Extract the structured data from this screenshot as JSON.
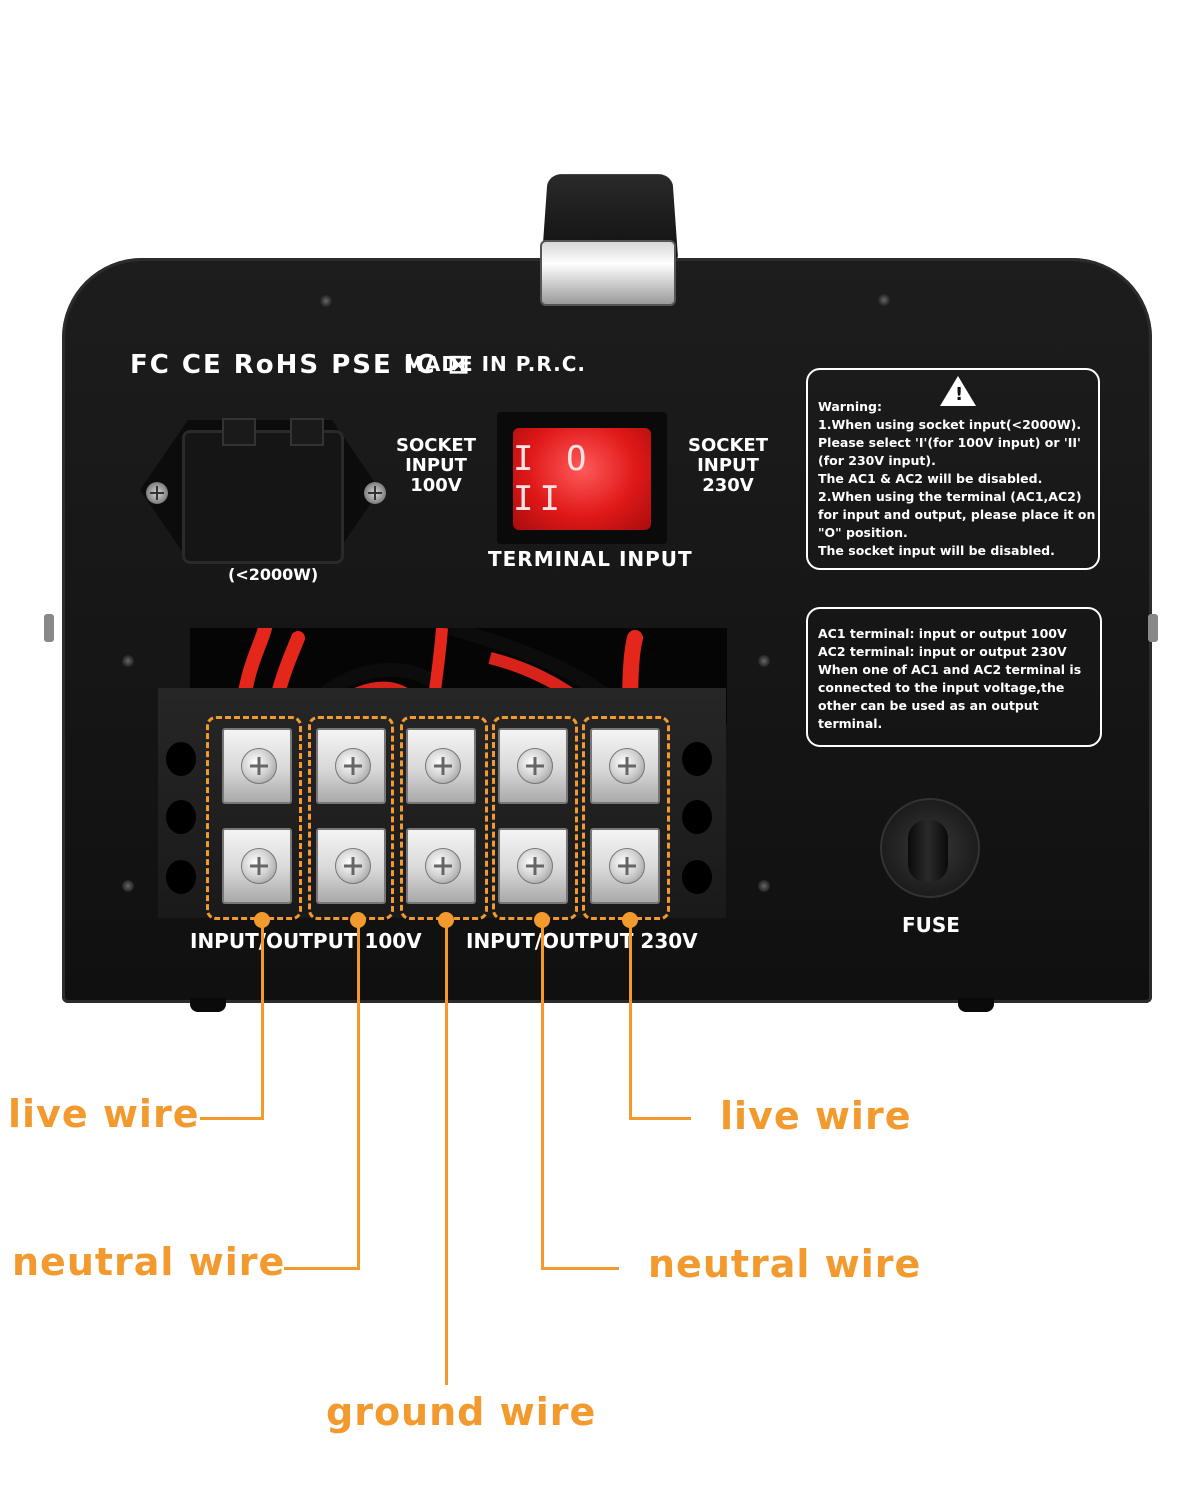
{
  "product_panel": {
    "certification_marks": "FC CE RoHS PSE IC ⊠",
    "origin_label": "MADE IN P.R.C.",
    "socket_left_label": [
      "SOCKET",
      "INPUT",
      "100V"
    ],
    "socket_right_label": [
      "SOCKET",
      "INPUT",
      "230V"
    ],
    "socket_power_note": "(<2000W)",
    "switch_positions": "I O II",
    "switch_caption": "TERMINAL INPUT",
    "warning_box": {
      "lines": [
        "Warning:",
        "1.When using socket input(<2000W).",
        "Please select 'I'(for 100V input) or 'II'",
        "(for 230V input).",
        "The AC1 & AC2 will be disabled.",
        "2.When using the terminal (AC1,AC2)",
        "for input and output, please place it on",
        "\"O\" position.",
        "The socket input will be disabled."
      ]
    },
    "terminal_box": {
      "lines": [
        "AC1 terminal: input or output 100V",
        "AC2 terminal: input or output 230V",
        "When one of AC1 and AC2 terminal is",
        "connected to the input voltage,the",
        "other can be used as an output",
        "terminal."
      ]
    },
    "terminal_left_label": "INPUT/OUTPUT 100V",
    "terminal_right_label": "INPUT/OUTPUT 230V",
    "fuse_label": "FUSE"
  },
  "callouts": {
    "left_live": "live wire",
    "left_neutral": "neutral wire",
    "ground": "ground wire",
    "right_live": "live wire",
    "right_neutral": "neutral wire"
  },
  "colors": {
    "callout_orange": "#f29a2e",
    "switch_red": "#e01818",
    "housing_black": "#161616"
  }
}
